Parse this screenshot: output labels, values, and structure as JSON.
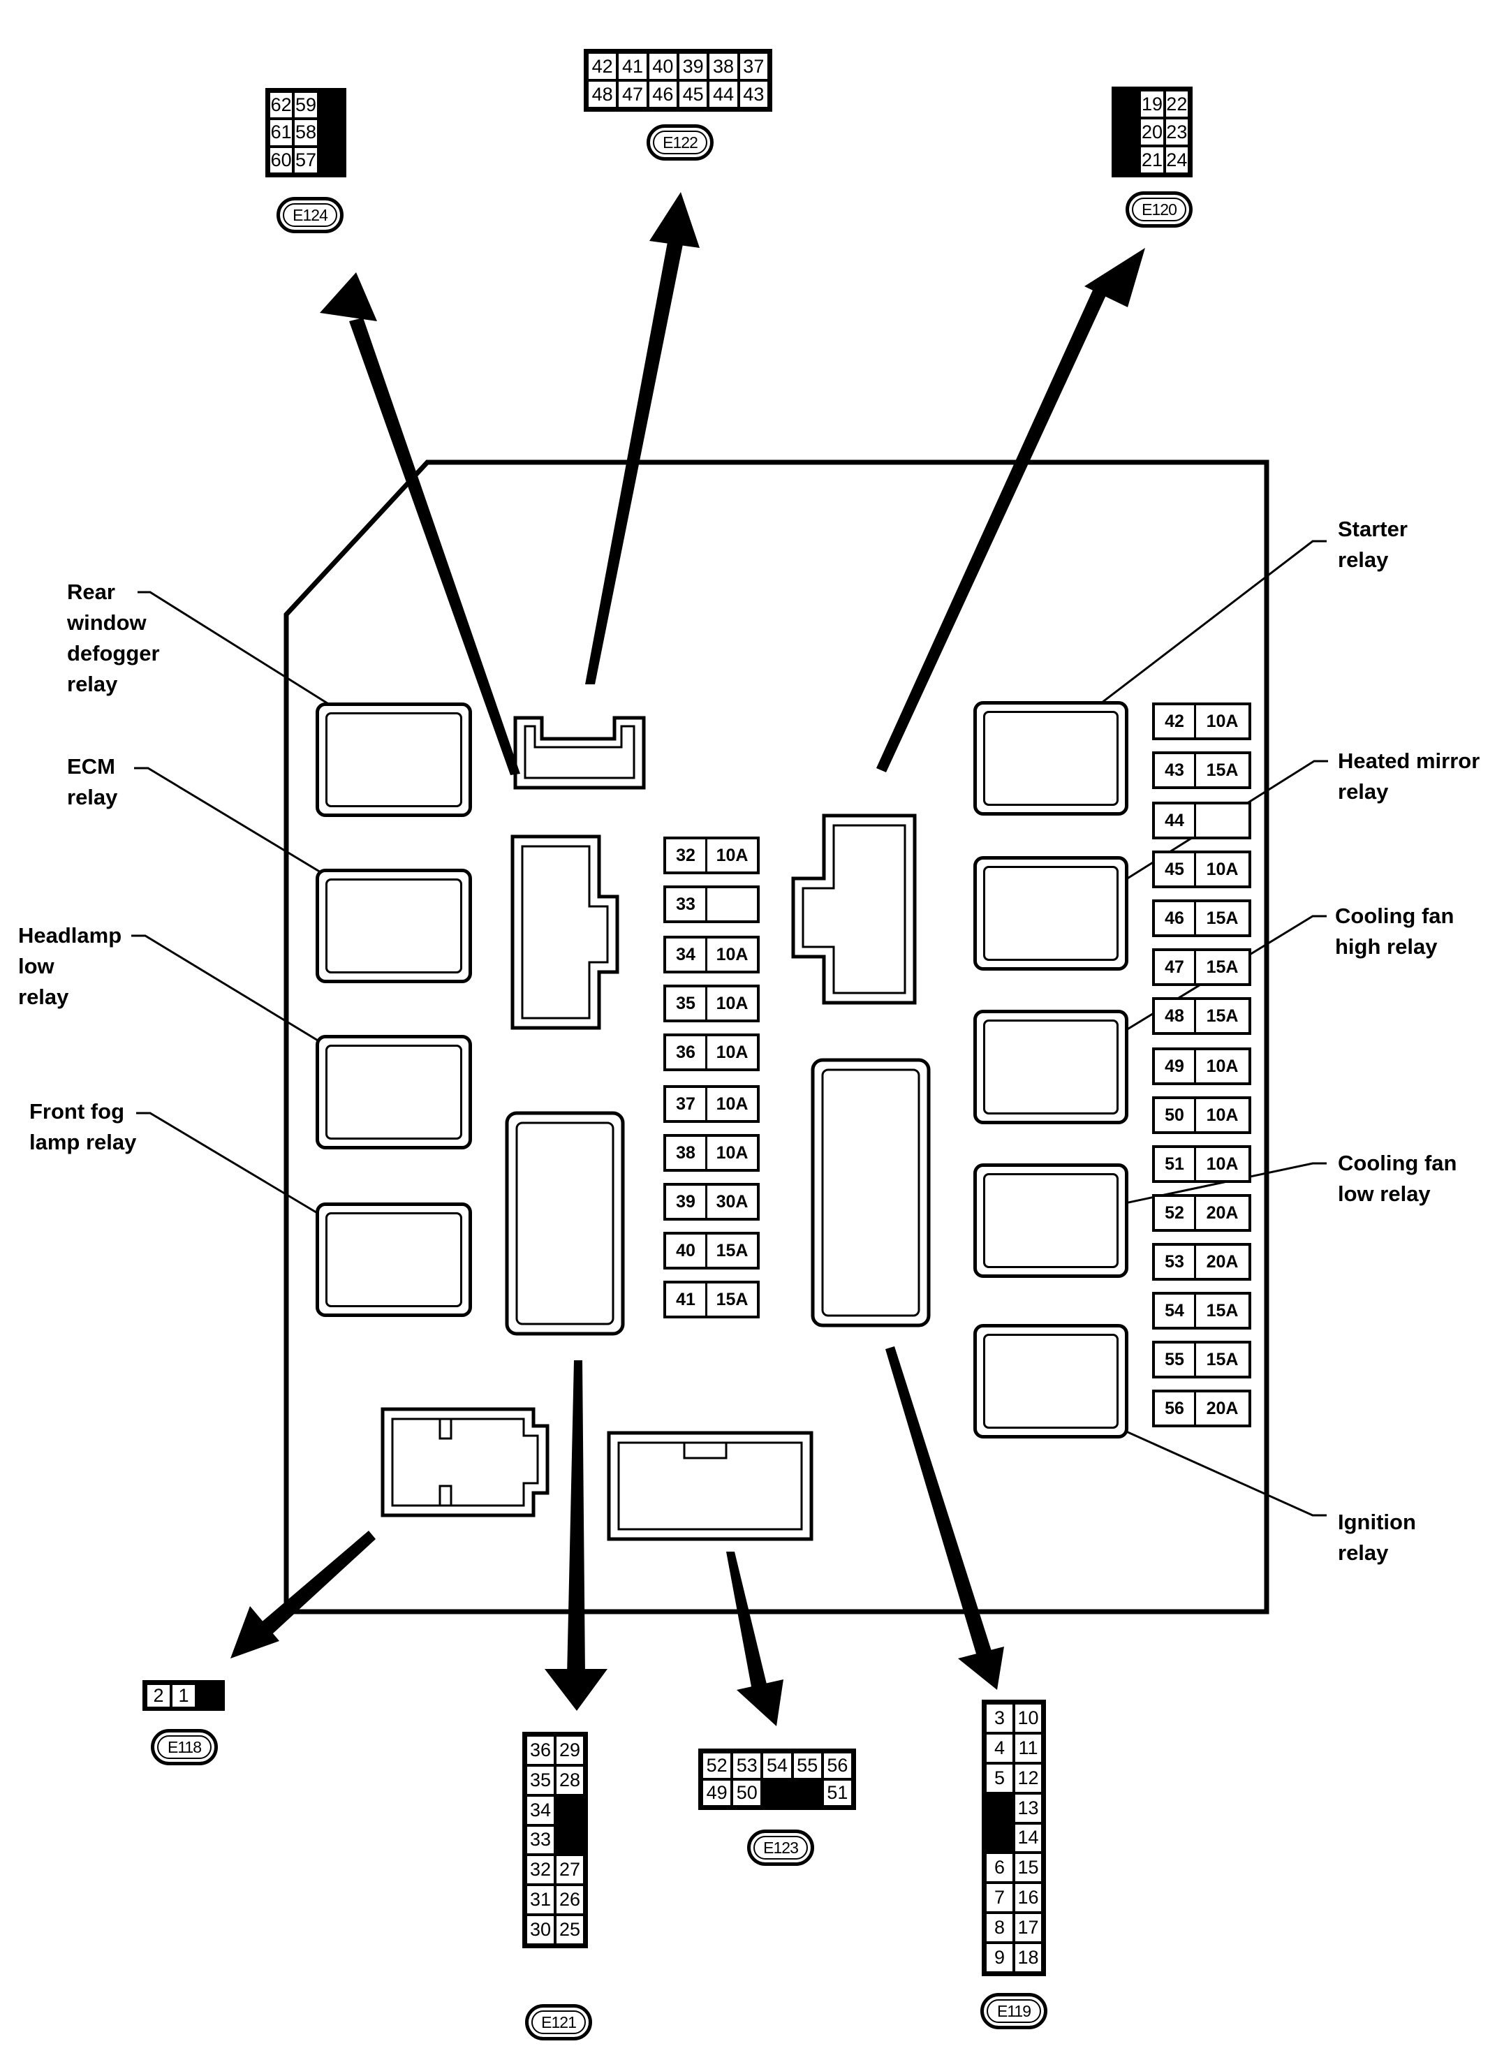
{
  "connectors": {
    "e124": {
      "badge": "E124",
      "rows": [
        [
          "62",
          "59",
          ""
        ],
        [
          "61",
          "58",
          ""
        ],
        [
          "60",
          "57",
          ""
        ]
      ],
      "black_cells": [
        [
          0,
          2
        ],
        [
          1,
          2
        ],
        [
          2,
          2
        ]
      ]
    },
    "e122": {
      "badge": "E122",
      "rows": [
        [
          "42",
          "41",
          "40",
          "39",
          "38",
          "37"
        ],
        [
          "48",
          "47",
          "46",
          "45",
          "44",
          "43"
        ]
      ]
    },
    "e120": {
      "badge": "E120",
      "rows": [
        [
          "",
          "19",
          "22"
        ],
        [
          "",
          "20",
          "23"
        ],
        [
          "",
          "21",
          "24"
        ]
      ],
      "black_cells": [
        [
          0,
          0
        ],
        [
          1,
          0
        ],
        [
          2,
          0
        ]
      ]
    },
    "e118": {
      "badge": "E118",
      "rows": [
        [
          "2",
          "1",
          ""
        ]
      ],
      "black_cells": [
        [
          0,
          2
        ]
      ]
    },
    "e121": {
      "badge": "E121",
      "rows": [
        [
          "36",
          "29"
        ],
        [
          "35",
          "28"
        ],
        [
          "34",
          ""
        ],
        [
          "33",
          ""
        ],
        [
          "32",
          "27"
        ],
        [
          "31",
          "26"
        ],
        [
          "30",
          "25"
        ]
      ],
      "black_cells": [
        [
          2,
          1
        ],
        [
          3,
          1
        ]
      ]
    },
    "e123": {
      "badge": "E123",
      "rows": [
        [
          "52",
          "53",
          "54",
          "55",
          "56"
        ],
        [
          "49",
          "50",
          "",
          "",
          "51"
        ]
      ],
      "black_cells": [
        [
          1,
          2
        ],
        [
          1,
          3
        ]
      ]
    },
    "e119": {
      "badge": "E119",
      "rows": [
        [
          "3",
          "10"
        ],
        [
          "4",
          "11"
        ],
        [
          "5",
          "12"
        ],
        [
          "",
          "13"
        ],
        [
          "",
          "14"
        ],
        [
          "6",
          "15"
        ],
        [
          "7",
          "16"
        ],
        [
          "8",
          "17"
        ],
        [
          "9",
          "18"
        ]
      ],
      "black_cells": [
        [
          3,
          0
        ],
        [
          4,
          0
        ]
      ]
    }
  },
  "fuses_center": [
    {
      "num": "32",
      "amp": "10A"
    },
    {
      "num": "33",
      "amp": ""
    },
    {
      "num": "34",
      "amp": "10A"
    },
    {
      "num": "35",
      "amp": "10A"
    },
    {
      "num": "36",
      "amp": "10A"
    },
    {
      "num": "37",
      "amp": "10A"
    },
    {
      "num": "38",
      "amp": "10A"
    },
    {
      "num": "39",
      "amp": "30A"
    },
    {
      "num": "40",
      "amp": "15A"
    },
    {
      "num": "41",
      "amp": "15A"
    }
  ],
  "fuses_right": [
    {
      "num": "42",
      "amp": "10A"
    },
    {
      "num": "43",
      "amp": "15A"
    },
    {
      "num": "44",
      "amp": ""
    },
    {
      "num": "45",
      "amp": "10A"
    },
    {
      "num": "46",
      "amp": "15A"
    },
    {
      "num": "47",
      "amp": "15A"
    },
    {
      "num": "48",
      "amp": "15A"
    },
    {
      "num": "49",
      "amp": "10A"
    },
    {
      "num": "50",
      "amp": "10A"
    },
    {
      "num": "51",
      "amp": "10A"
    },
    {
      "num": "52",
      "amp": "20A"
    },
    {
      "num": "53",
      "amp": "20A"
    },
    {
      "num": "54",
      "amp": "15A"
    },
    {
      "num": "55",
      "amp": "15A"
    },
    {
      "num": "56",
      "amp": "20A"
    }
  ],
  "labels": {
    "rear_window_defogger_relay": [
      "Rear",
      "window",
      "defogger",
      "relay"
    ],
    "ecm_relay": [
      "ECM",
      "relay"
    ],
    "headlamp_low_relay": [
      "Headlamp",
      "low",
      "relay"
    ],
    "front_fog_lamp_relay": [
      "Front fog",
      "lamp relay"
    ],
    "starter_relay": [
      "Starter",
      "relay"
    ],
    "heated_mirror_relay": [
      "Heated mirror",
      "relay"
    ],
    "cooling_fan_high_relay": [
      "Cooling fan",
      "high relay"
    ],
    "cooling_fan_low_relay": [
      "Cooling fan",
      "low relay"
    ],
    "ignition_relay": [
      "Ignition",
      "relay"
    ]
  }
}
